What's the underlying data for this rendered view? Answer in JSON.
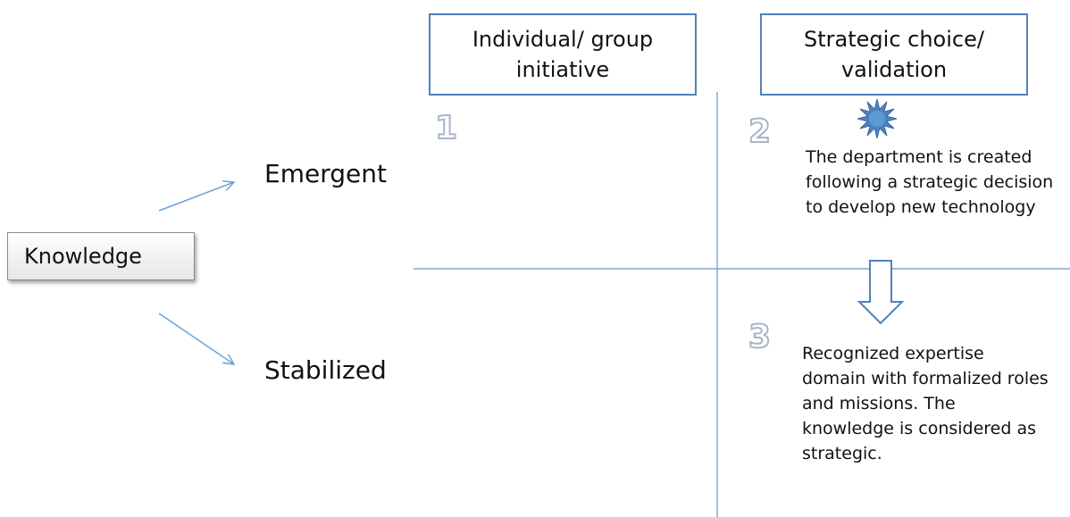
{
  "source": {
    "label": "Knowledge"
  },
  "branches": [
    {
      "label": "Emergent"
    },
    {
      "label": "Stabilized"
    }
  ],
  "columns": [
    {
      "label": "Individual/ group initiative"
    },
    {
      "label": "Strategic choice/ validation"
    }
  ],
  "quadrants": [
    {
      "number": "1",
      "text": ""
    },
    {
      "number": "2",
      "text": "The department is created following a strategic decision to develop new technology"
    },
    {
      "number": "3",
      "text": "Recognized expertise domain with formalized roles and missions. The knowledge is considered as strategic."
    }
  ],
  "colors": {
    "accent": "#4f81bd",
    "star": "#4f81bd",
    "star_center": "#5b9bd5"
  },
  "icons": {
    "star": "star-icon",
    "down_arrow": "down-arrow-icon"
  }
}
